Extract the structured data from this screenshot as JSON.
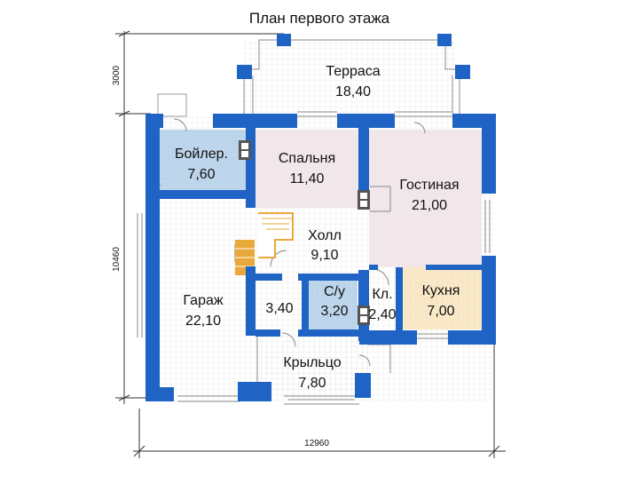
{
  "title": "План первого этажа",
  "dimensions": {
    "terrace_depth": "3000",
    "total_depth": "10460",
    "total_width": "12960"
  },
  "rooms": {
    "terrace": {
      "name": "Терраса",
      "area": "18,40"
    },
    "boiler": {
      "name": "Бойлер.",
      "area": "7,60"
    },
    "bedroom": {
      "name": "Спальня",
      "area": "11,40"
    },
    "living": {
      "name": "Гостиная",
      "area": "21,00"
    },
    "hall": {
      "name": "Холл",
      "area": "9,10"
    },
    "garage": {
      "name": "Гараж",
      "area": "22,10"
    },
    "storage": {
      "name": "",
      "area": "3,40"
    },
    "bathroom": {
      "name": "С/у",
      "area": "3,20"
    },
    "pantry": {
      "name": "Кл.",
      "area": "2,40"
    },
    "kitchen": {
      "name": "Кухня",
      "area": "7,00"
    },
    "porch": {
      "name": "Крыльцо",
      "area": "7,80"
    }
  },
  "colors": {
    "wall": "#1f63c4",
    "grid": "#dbdbdb",
    "boiler": "#b9d4ec",
    "bathroom": "#b9d4ec",
    "bedroom": "#f1e6ea",
    "living": "#f1e6ea",
    "kitchen": "#fbe8c4",
    "stairs": "#e8a93a",
    "dimension_line": "#333333"
  }
}
